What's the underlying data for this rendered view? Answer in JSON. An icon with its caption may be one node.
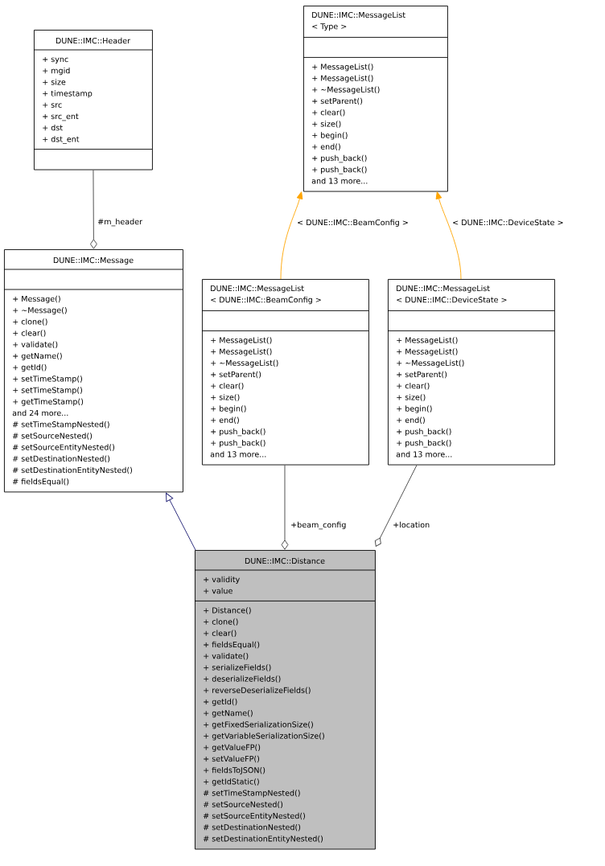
{
  "diagram": {
    "nodes": [
      {
        "text": [
          "DUNE::IMC::Header",
          "+ sync",
          "+ mgid",
          "+ size",
          "+ timestamp",
          "+ src",
          "+ src_ent",
          "+ dst",
          "+ dst_ent"
        ]
      },
      {
        "text": [
          "DUNE::IMC::MessageList",
          "< Type >",
          "+ MessageList()",
          "+ MessageList()",
          "+ ~MessageList()",
          "+ setParent()",
          "+ clear()",
          "+ size()",
          "+ begin()",
          "+ end()",
          "+ push_back()",
          "+ push_back()",
          "and 13 more..."
        ]
      },
      {
        "text": [
          "DUNE::IMC::Message",
          "+ Message()",
          "+ ~Message()",
          "+ clone()",
          "+ clear()",
          "+ validate()",
          "+ getName()",
          "+ getId()",
          "+ setTimeStamp()",
          "+ setTimeStamp()",
          "+ getTimeStamp()",
          "and 24 more...",
          "# setTimeStampNested()",
          "# setSourceNested()",
          "# setSourceEntityNested()",
          "# setDestinationNested()",
          "# setDestinationEntityNested()",
          "# fieldsEqual()"
        ]
      },
      {
        "text": [
          "DUNE::IMC::MessageList",
          "< DUNE::IMC::BeamConfig >",
          "+ MessageList()",
          "+ MessageList()",
          "+ ~MessageList()",
          "+ setParent()",
          "+ clear()",
          "+ size()",
          "+ begin()",
          "+ end()",
          "+ push_back()",
          "+ push_back()",
          "and 13 more..."
        ]
      },
      {
        "text": [
          "DUNE::IMC::MessageList",
          "< DUNE::IMC::DeviceState >",
          "+ MessageList()",
          "+ MessageList()",
          "+ ~MessageList()",
          "+ setParent()",
          "+ clear()",
          "+ size()",
          "+ begin()",
          "+ end()",
          "+ push_back()",
          "+ push_back()",
          "and 13 more..."
        ]
      },
      {
        "text": [
          "DUNE::IMC::Distance",
          "+ validity",
          "+ value",
          "+ Distance()",
          "+ clone()",
          "+ clear()",
          "+ fieldsEqual()",
          "+ validate()",
          "+ serializeFields()",
          "+ deserializeFields()",
          "+ reverseDeserializeFields()",
          "+ getId()",
          "+ getName()",
          "+ getFixedSerializationSize()",
          "+ getVariableSerializationSize()",
          "+ getValueFP()",
          "+ setValueFP()",
          "+ fieldsToJSON()",
          "+ getIdStatic()",
          "# setTimeStampNested()",
          "# setSourceNested()",
          "# setSourceEntityNested()",
          "# setDestinationNested()",
          "# setDestinationEntityNested()"
        ]
      }
    ],
    "edges": [
      {
        "from": 0,
        "to": 2,
        "arrow": "other",
        "label": "#m_header"
      },
      {
        "from": 3,
        "to": 1,
        "arrow": "to",
        "label": "< DUNE::IMC::BeamConfig >",
        "color": "#ffa500"
      },
      {
        "from": 4,
        "to": 1,
        "arrow": "to",
        "label": "< DUNE::IMC::DeviceState >",
        "color": "#ffa500"
      },
      {
        "from": 5,
        "to": 2,
        "arrow": "to",
        "color": "#191970"
      },
      {
        "from": 3,
        "to": 5,
        "arrow": "other",
        "label": "+beam_config"
      },
      {
        "from": 4,
        "to": 5,
        "arrow": "other",
        "label": "+location"
      }
    ]
  }
}
